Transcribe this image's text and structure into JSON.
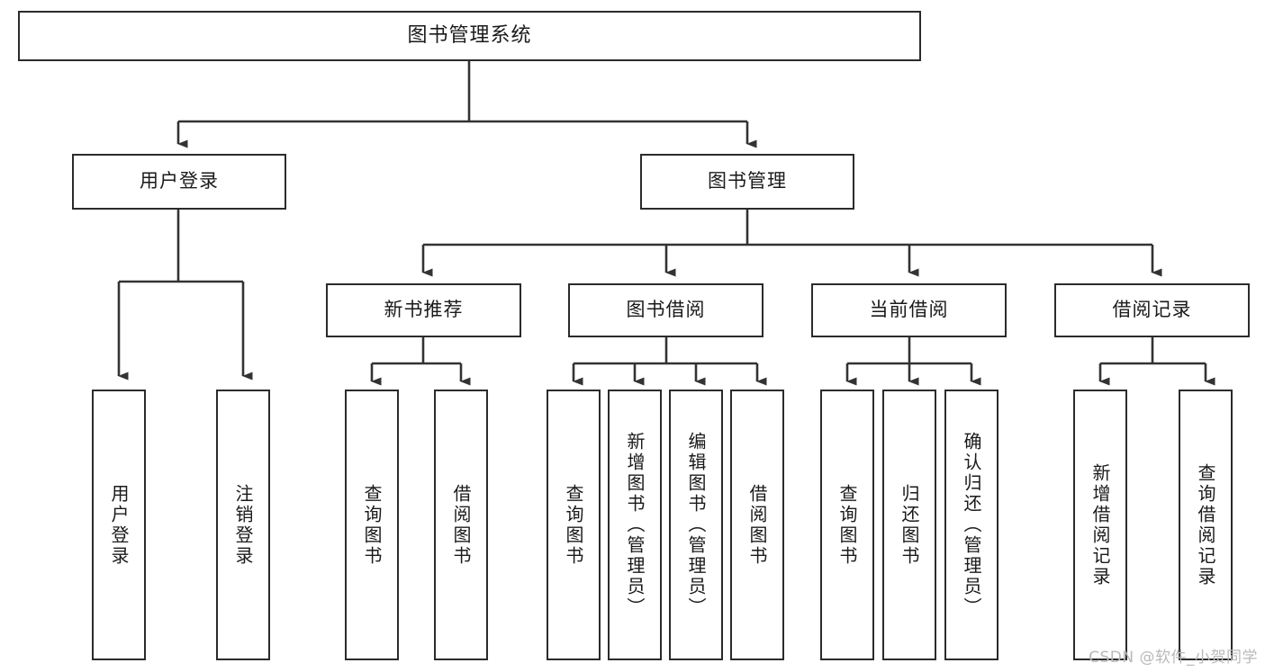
{
  "diagram": {
    "title": "图书管理系统",
    "type": "tree-hierarchy-diagram",
    "watermark": "CSDN @软件_小贺同学",
    "colors": {
      "box_border": "#2b2b2b",
      "box_fill": "#ffffff",
      "connector": "#333333",
      "text": "#1a1a1a",
      "watermark": "#b9b9b9"
    },
    "nodes": {
      "root": {
        "label": "图书管理系统"
      },
      "level2": [
        {
          "label": "用户登录"
        },
        {
          "label": "图书管理"
        }
      ],
      "level3": [
        {
          "label": "新书推荐"
        },
        {
          "label": "图书借阅"
        },
        {
          "label": "当前借阅"
        },
        {
          "label": "借阅记录"
        }
      ],
      "leaves": {
        "user_login": [
          {
            "label": "用户登录"
          },
          {
            "label": "注销登录"
          }
        ],
        "new_book_recommend": [
          {
            "label": "查询图书"
          },
          {
            "label": "借阅图书"
          }
        ],
        "book_borrow": [
          {
            "label": "查询图书"
          },
          {
            "label": "新增图书（管理员）"
          },
          {
            "label": "编辑图书（管理员）"
          },
          {
            "label": "借阅图书"
          }
        ],
        "current_borrow": [
          {
            "label": "查询图书"
          },
          {
            "label": "归还图书"
          },
          {
            "label": "确认归还（管理员）"
          }
        ],
        "borrow_record": [
          {
            "label": "新增借阅记录"
          },
          {
            "label": "查询借阅记录"
          }
        ]
      }
    }
  }
}
